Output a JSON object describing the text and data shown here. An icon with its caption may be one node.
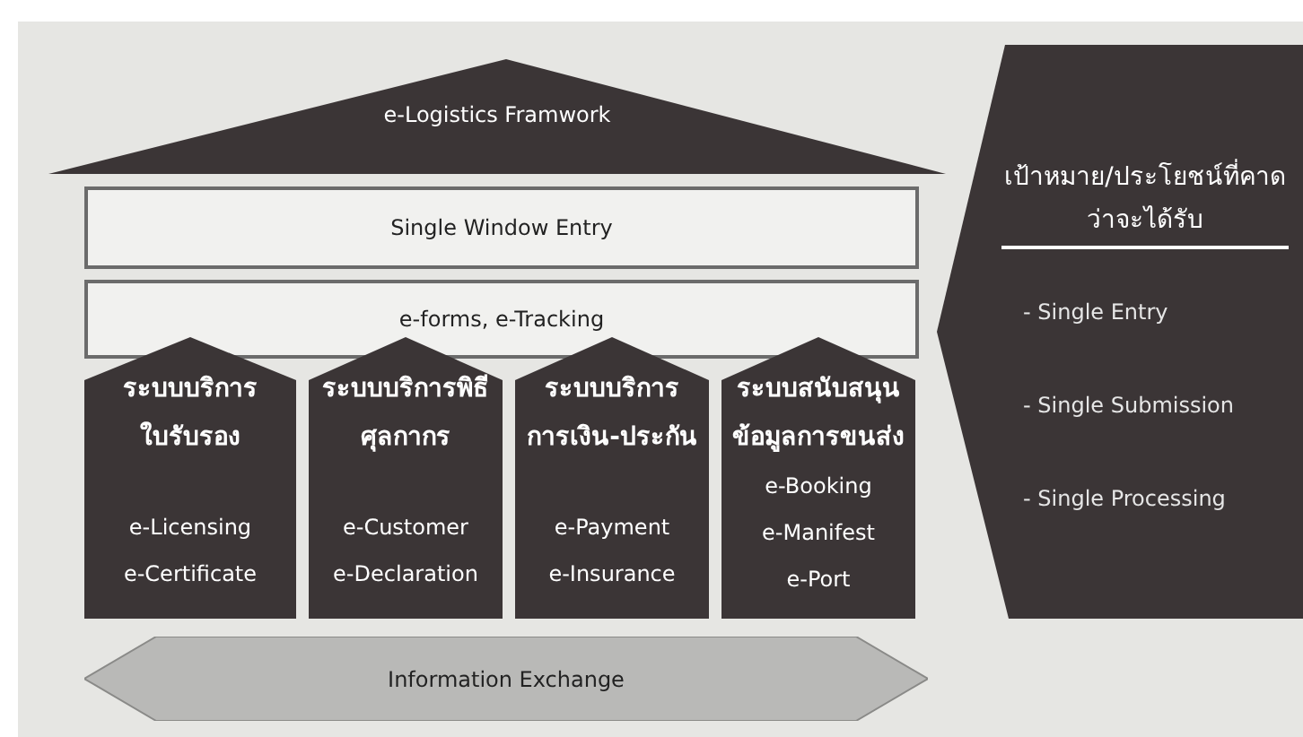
{
  "diagram": {
    "nodes": [
      {
        "text": [
          "e-Logistics Framwork"
        ]
      },
      {
        "text": [
          "Single Window Entry"
        ]
      },
      {
        "text": [
          "e-forms, e-Tracking"
        ]
      },
      {
        "text": [
          "ระบบบริการใบรับรอง",
          "e-Licensing",
          "e-Certificate"
        ]
      },
      {
        "text": [
          "ระบบบริการพิธีศุลกากร",
          "e-Customer",
          "e-Declaration"
        ]
      },
      {
        "text": [
          "ระบบบริการการเงิน-ประกัน",
          "e-Payment",
          "e-Insurance"
        ]
      },
      {
        "text": [
          "ระบบสนับสนุนข้อมูลการขนส่ง",
          "e-Booking",
          "e-Manifest",
          "e-Port"
        ]
      },
      {
        "text": [
          "Information Exchange"
        ]
      },
      {
        "text": [
          "เป้าหมาย/ประโยชน์ที่คาดว่าจะได้รับ",
          "- Single Entry",
          "- Single Submission",
          "- Single Processing"
        ]
      }
    ]
  }
}
